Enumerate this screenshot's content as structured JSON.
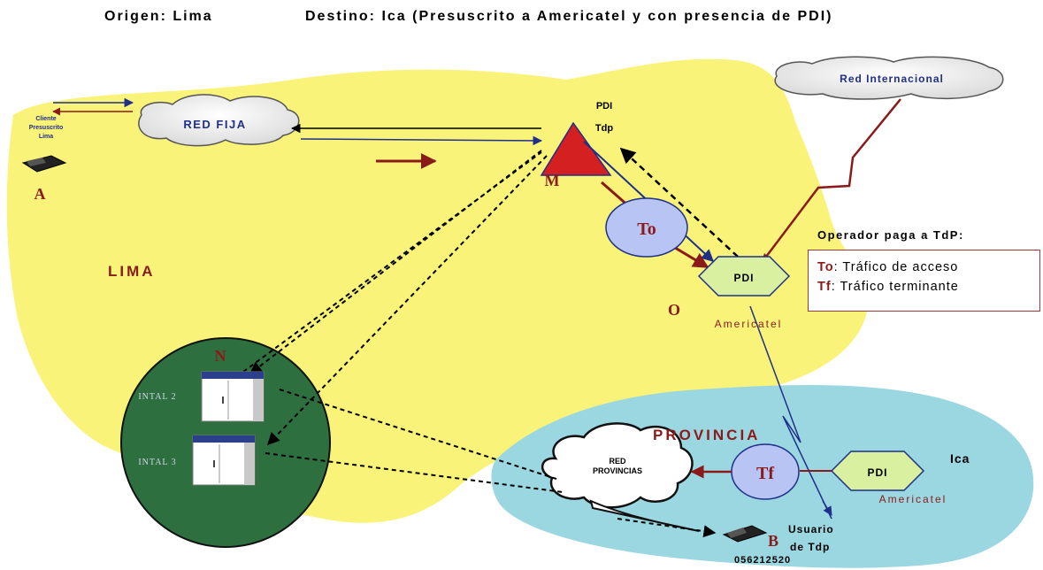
{
  "header": {
    "origin": "Origen: Lima",
    "destination": "Destino: Ica (Presuscrito a Americatel y con presencia de PDI)"
  },
  "regions": {
    "lima": "LIMA",
    "provincia": "PROVINCIA"
  },
  "clouds": {
    "red_fija": "RED FIJA",
    "red_internacional": "Red Internacional",
    "red_provincias_line1": "RED",
    "red_provincias_line2": "PROVINCIAS"
  },
  "nodes": {
    "pdi_tdp_line1": "PDI",
    "pdi_tdp_line2": "Tdp",
    "pdi_lima": "PDI",
    "pdi_ica": "PDI",
    "americatel_lima": "Americatel",
    "americatel_ica": "Americatel",
    "ica_label": "Ica",
    "intal_2": "INTAL 2",
    "intal_3": "INTAL 3",
    "to_circle": "To",
    "tf_circle": "Tf"
  },
  "points": {
    "a": "A",
    "b": "B",
    "m": "M",
    "n": "N",
    "o": "O"
  },
  "client": {
    "line1": "Cliente",
    "line2": "Presuscrito",
    "line3": "Lima"
  },
  "user": {
    "line1": "Usuario",
    "line2": "de Tdp",
    "phone": "056212520"
  },
  "legend": {
    "title": "Operador paga a TdP:",
    "rows": [
      {
        "code": "To",
        "text": ": Tráfico de acceso"
      },
      {
        "code": "Tf",
        "text": ": Tráfico terminante"
      }
    ]
  },
  "colors": {
    "lima_region": "#f9f379",
    "provincia_region": "#9bd7e1",
    "green_circle": "#2e6f3f",
    "triangle": "#d42020",
    "hexagon": "#d8f0a0",
    "flow_circle": "#b7c4f4",
    "dark_red": "#8b1a1a",
    "blue_line": "#1f2f8a"
  }
}
